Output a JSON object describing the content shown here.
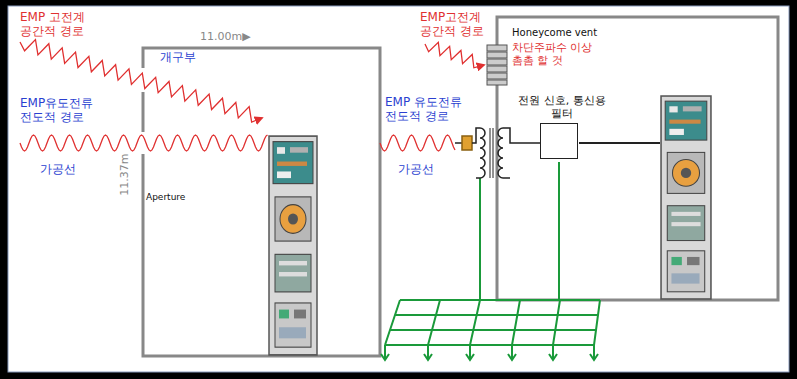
{
  "diagram": {
    "nodes": [
      {
        "text": [
          "전원 신호, 통신용 필터"
        ]
      }
    ],
    "labels": [
      "EMP 고전계 공간적 경로",
      "11.00m▶",
      "개구부",
      "11.37m",
      "EMP유도전류 전도적 경로",
      "가공선",
      "Aperture",
      "EMP고전계 공간적 경로",
      "Honeycome vent",
      "차단주파수 이상 촘촘 할 것",
      "EMP 유도전류 전도적 경로",
      "가공선"
    ]
  }
}
